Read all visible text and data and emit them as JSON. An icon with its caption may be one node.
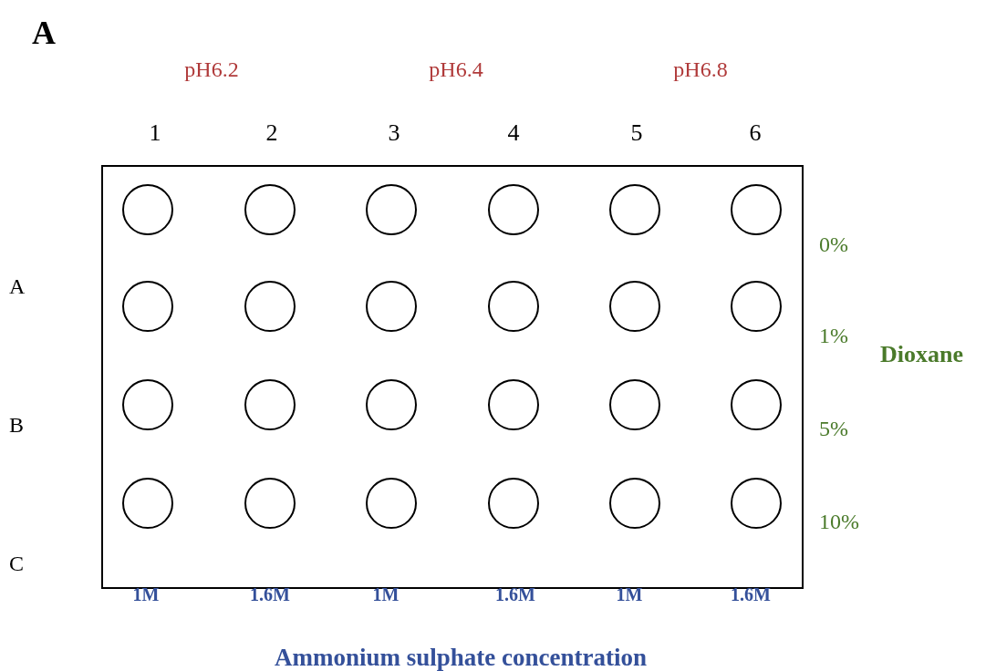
{
  "diagram": {
    "labels": [
      "A",
      "pH6.2",
      "pH6.4",
      "pH6.8",
      "1",
      "2",
      "3",
      "4",
      "5",
      "6",
      "0%",
      "A",
      "1%",
      "Dioxane",
      "B",
      "5%",
      "10%",
      "C",
      "1M",
      "1.6M",
      "1M",
      "1.6M",
      "1M",
      "1.6M",
      "Ammonium sulphate concentration"
    ]
  }
}
